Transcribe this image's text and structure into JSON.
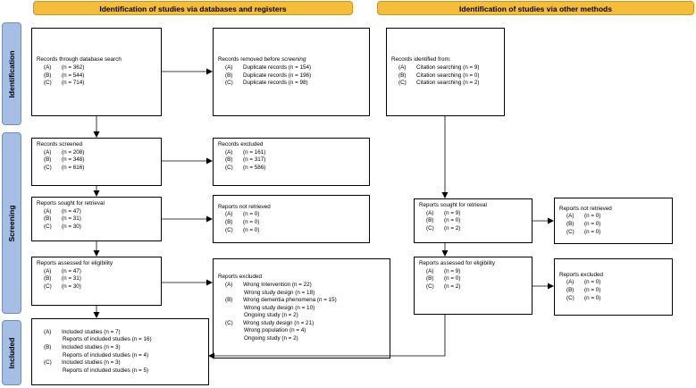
{
  "headers": {
    "databases": "Identification of studies via databases and registers",
    "other": "Identification of studies via other methods"
  },
  "phases": {
    "identification": "Identification",
    "screening": "Screening",
    "included": "Included"
  },
  "boxes": {
    "db_search": {
      "title": "Records through database search",
      "rows": [
        [
          "(A)",
          "(n = 362)"
        ],
        [
          "(B)",
          "(n = 544)"
        ],
        [
          "(C)",
          "(n = 714)"
        ]
      ]
    },
    "removed": {
      "title_prefix": "Records removed before ",
      "title_emph": "screening",
      "rows": [
        [
          "(A)",
          "Duplicate records (n = 154)"
        ],
        [
          "(B)",
          "Duplicate records (n = 196)"
        ],
        [
          "(C)",
          "Duplicate records (n = 98)"
        ]
      ]
    },
    "other_identified": {
      "title": "Records identified from:",
      "rows": [
        [
          "(A)",
          "Citation searching (n = 9)"
        ],
        [
          "(B)",
          "Citation searching (n = 0)"
        ],
        [
          "(C)",
          "Citation searching (n = 2)"
        ]
      ]
    },
    "screened": {
      "title": "Records screened",
      "rows": [
        [
          "(A)",
          "(n = 208)"
        ],
        [
          "(B)",
          "(n = 348)"
        ],
        [
          "(C)",
          "(n = 616)"
        ]
      ]
    },
    "excluded": {
      "title": "Records excluded",
      "rows": [
        [
          "(A)",
          "(n = 161)"
        ],
        [
          "(B)",
          "(n = 317)"
        ],
        [
          "(C)",
          "(n = 586)"
        ]
      ]
    },
    "retrieval": {
      "title": "Reports sought for retrieval",
      "rows": [
        [
          "(A)",
          "(n = 47)"
        ],
        [
          "(B)",
          "(n = 31)"
        ],
        [
          "(C)",
          "(n = 30)"
        ]
      ]
    },
    "not_retrieved": {
      "title": "Reports not retrieved",
      "rows": [
        [
          "(A)",
          "(n = 0)"
        ],
        [
          "(B)",
          "(n = 0)"
        ],
        [
          "(C)",
          "(n = 0)"
        ]
      ]
    },
    "eligibility": {
      "title": "Reports assessed for eligibility",
      "rows": [
        [
          "(A)",
          "(n = 47)"
        ],
        [
          "(B)",
          "(n = 31)"
        ],
        [
          "(C)",
          "(n = 30)"
        ]
      ]
    },
    "reports_excluded": {
      "title": "Reports excluded",
      "items": [
        {
          "letter": "(A)",
          "lines": [
            "Wrong Intervention (n = 22)",
            "Wrong study design (n = 18)"
          ]
        },
        {
          "letter": "(B)",
          "lines": [
            "Wrong dementia phenomena (n = 15)",
            "Wrong study design (n = 10)",
            "Ongoing study (n = 2)"
          ]
        },
        {
          "letter": "(C)",
          "lines": [
            "Wrong study design (n = 21)",
            "Wrong population (n = 4)",
            "Ongoing study (n = 2)"
          ]
        }
      ]
    },
    "included": {
      "items": [
        {
          "letter": "(A)",
          "studies": "Included studies (n = 7)",
          "reports": "Reports of included studies (n = 16)"
        },
        {
          "letter": "(B)",
          "studies": "Included studies (n = 3)",
          "reports": "Reports of included studies (n = 4)"
        },
        {
          "letter": "(C)",
          "studies": "Included studies (n = 3)",
          "reports": "Reports of included studies (n = 5)"
        }
      ]
    },
    "other_retrieval": {
      "title": "Reports sought for retrieval",
      "rows": [
        [
          "(A)",
          "(n = 9)"
        ],
        [
          "(B)",
          "(n = 0)"
        ],
        [
          "(C)",
          "(n = 2)"
        ]
      ]
    },
    "other_not_retrieved": {
      "title": "Reports not retrieved",
      "rows": [
        [
          "(A)",
          "(n = 0)"
        ],
        [
          "(B)",
          "(n = 0)"
        ],
        [
          "(C)",
          "(n = 0)"
        ]
      ]
    },
    "other_eligibility": {
      "title": "Reports assessed for eligibility",
      "rows": [
        [
          "(A)",
          "(n = 9)"
        ],
        [
          "(B)",
          "(n = 0)"
        ],
        [
          "(C)",
          "(n = 2)"
        ]
      ]
    },
    "other_excluded": {
      "title": "Reports excluded",
      "rows": [
        [
          "(A)",
          "(n = 0)"
        ],
        [
          "(B)",
          "(n = 0)"
        ],
        [
          "(C)",
          "(n = 0)"
        ]
      ]
    }
  }
}
